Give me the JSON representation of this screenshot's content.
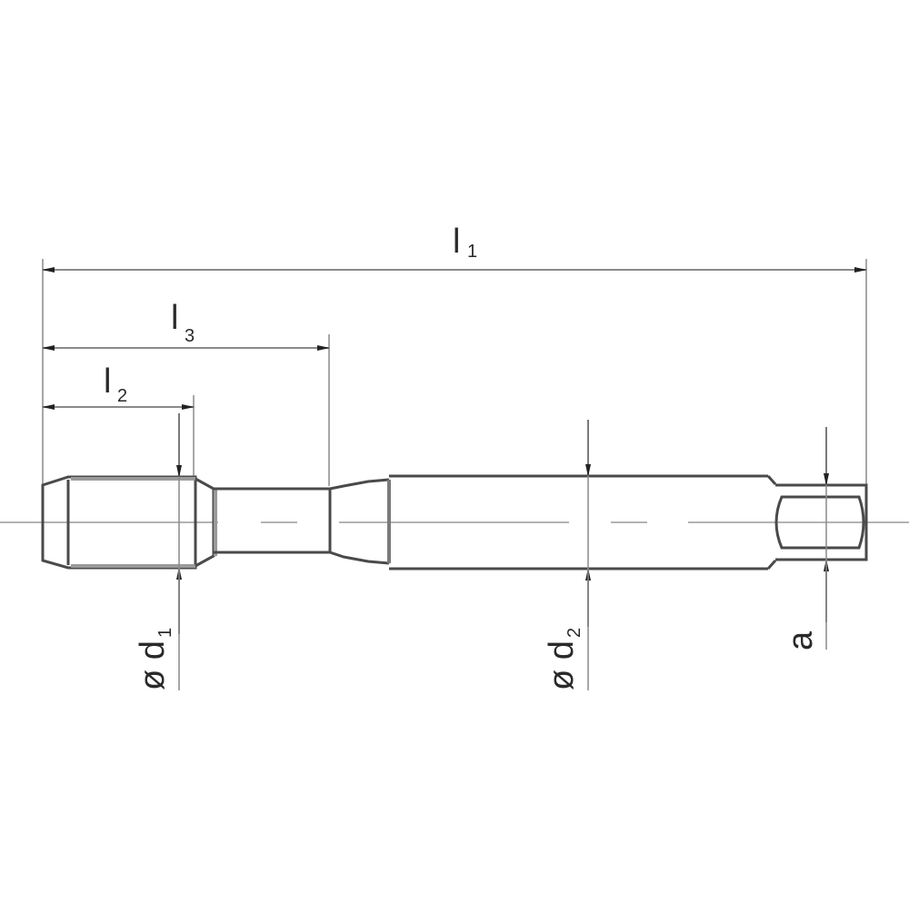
{
  "drawing": {
    "title": "Tap dimension drawing",
    "colors": {
      "line": "#4a4a4a",
      "thin": "#8a8a8a",
      "text": "#2a2a2a",
      "background": "#ffffff"
    },
    "dimensions": {
      "l1": {
        "label": "l",
        "sub": "1"
      },
      "l2": {
        "label": "l",
        "sub": "2"
      },
      "l3": {
        "label": "l",
        "sub": "3"
      },
      "d1": {
        "label": "ø d",
        "sub": "1"
      },
      "d2": {
        "label": "ø d",
        "sub": "2"
      },
      "a": {
        "label": "a"
      }
    }
  }
}
